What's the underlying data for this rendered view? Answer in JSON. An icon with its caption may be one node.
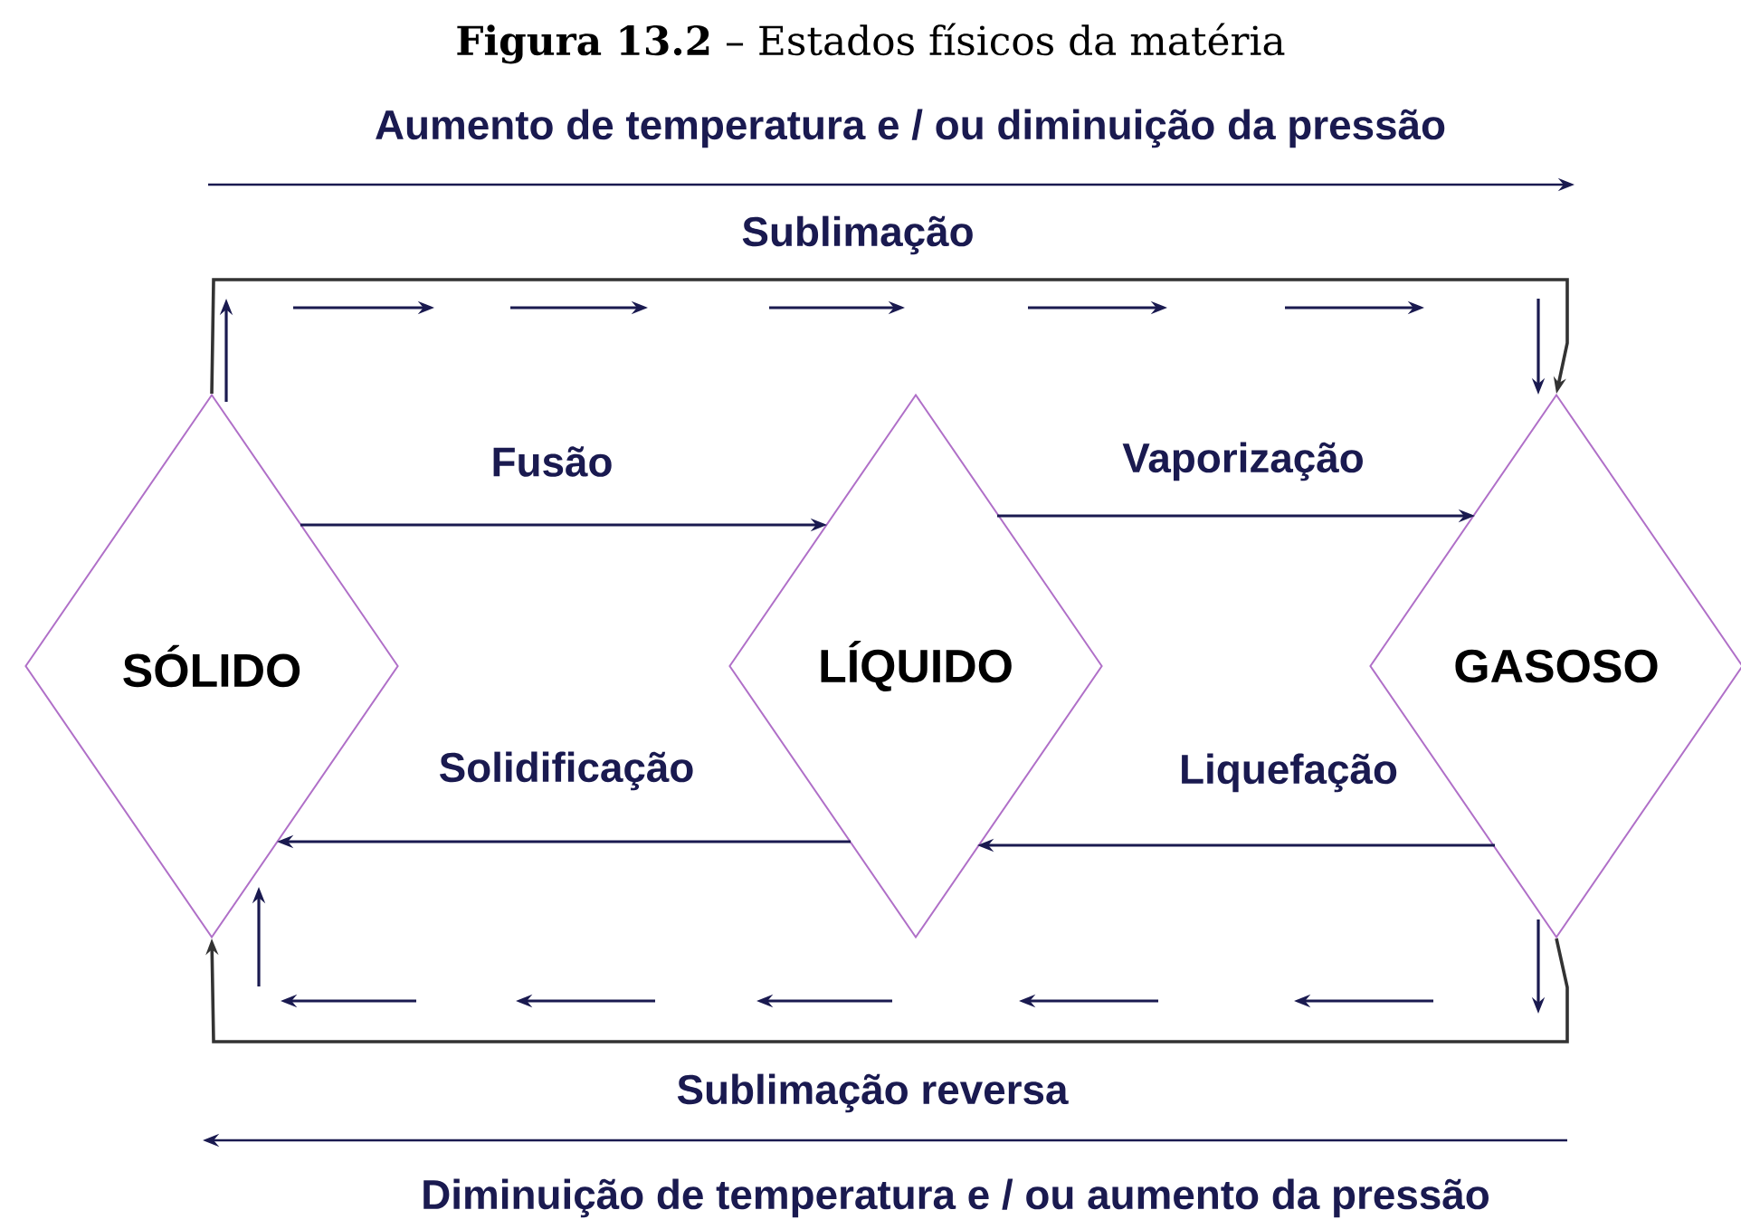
{
  "diagram": {
    "title": "**Figura 13.2** – Estados físicos da matéria",
    "nodes": [
      {
        "text": [
          "SÓLIDO"
        ]
      },
      {
        "text": [
          "LÍQUIDO"
        ]
      },
      {
        "text": [
          "GASOSO"
        ]
      }
    ],
    "edges": [
      {
        "from": 0,
        "to": 1,
        "arrow": "to",
        "label": "Fusão"
      },
      {
        "from": 1,
        "to": 2,
        "arrow": "to",
        "label": "Vaporização"
      },
      {
        "from": 1,
        "to": 0,
        "arrow": "to",
        "label": "Solidificação"
      },
      {
        "from": 2,
        "to": 1,
        "arrow": "to",
        "label": "Liquefação"
      },
      {
        "from": 0,
        "to": 2,
        "arrow": "to",
        "label": "Sublimação"
      },
      {
        "from": 2,
        "to": 0,
        "arrow": "to",
        "label": "Sublimação reversa"
      }
    ],
    "labels": [
      "Aumento de temperatura e / ou diminuição da pressão",
      "Diminuição de temperatura e / ou aumento da pressão"
    ]
  }
}
